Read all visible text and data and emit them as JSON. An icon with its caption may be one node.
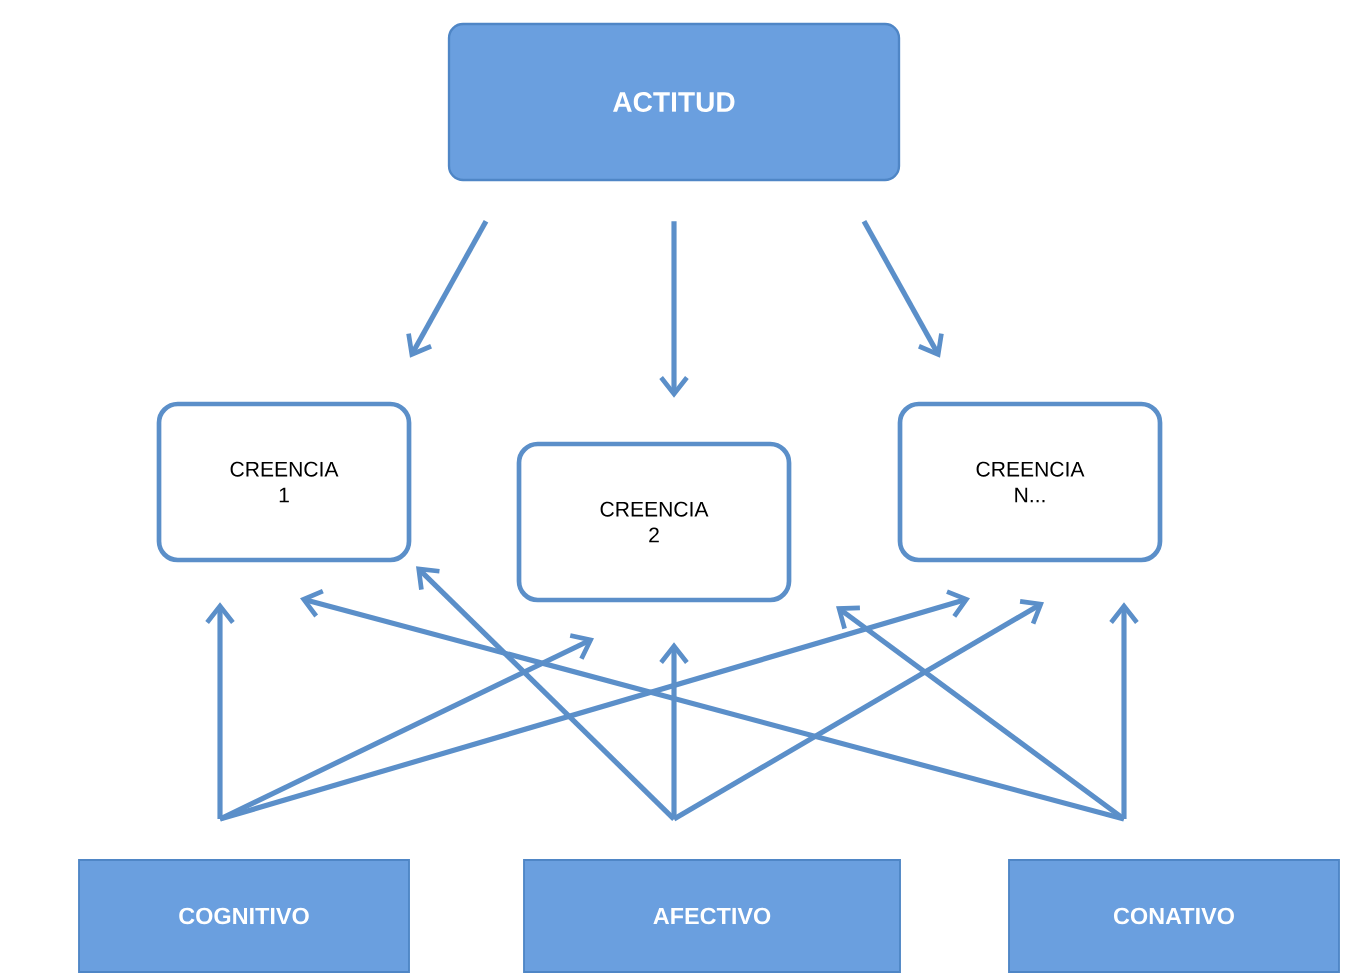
{
  "diagram": {
    "nodes": [
      {
        "text": [
          "ACTITUD"
        ]
      },
      {
        "text": [
          "CREENCIA 1"
        ]
      },
      {
        "text": [
          "CREENCIA 2"
        ]
      },
      {
        "text": [
          "CREENCIA N..."
        ]
      },
      {
        "text": [
          "COGNITIVO"
        ]
      },
      {
        "text": [
          "AFECTIVO"
        ]
      },
      {
        "text": [
          "CONATIVO"
        ]
      }
    ],
    "edges": [
      {
        "from": 0,
        "to": 1,
        "arrow": "to"
      },
      {
        "from": 0,
        "to": 2,
        "arrow": "to"
      },
      {
        "from": 0,
        "to": 3,
        "arrow": "to"
      },
      {
        "from": 4,
        "to": 1,
        "arrow": "to"
      },
      {
        "from": 4,
        "to": 2,
        "arrow": "to"
      },
      {
        "from": 4,
        "to": 3,
        "arrow": "to"
      },
      {
        "from": 5,
        "to": 1,
        "arrow": "to"
      },
      {
        "from": 5,
        "to": 2,
        "arrow": "to"
      },
      {
        "from": 5,
        "to": 3,
        "arrow": "to"
      },
      {
        "from": 6,
        "to": 1,
        "arrow": "to"
      },
      {
        "from": 6,
        "to": 2,
        "arrow": "to"
      },
      {
        "from": 6,
        "to": 3,
        "arrow": "to"
      }
    ]
  }
}
